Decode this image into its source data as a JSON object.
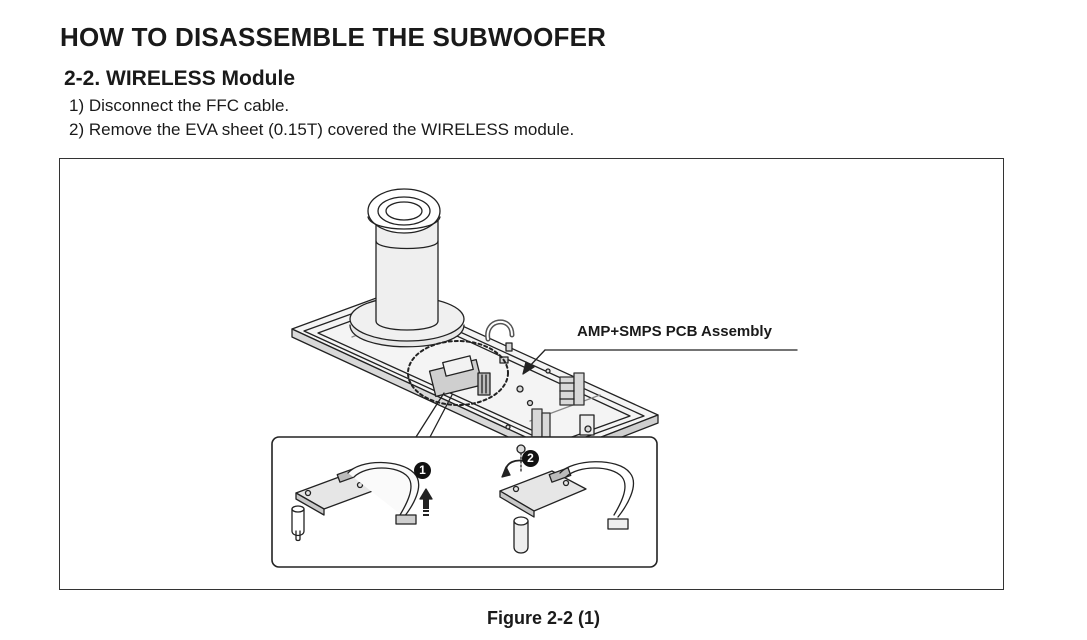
{
  "header": {
    "title": "HOW TO DISASSEMBLE THE SUBWOOFER"
  },
  "section": {
    "title": "2-2. WIRELESS Module",
    "steps": [
      "1) Disconnect the FFC cable.",
      "2) Remove the EVA sheet (0.15T) covered the WIRELESS module."
    ]
  },
  "figure": {
    "callout": "AMP+SMPS PCB Assembly",
    "badges": [
      "1",
      "2"
    ],
    "caption": "Figure 2-2 (1)"
  }
}
